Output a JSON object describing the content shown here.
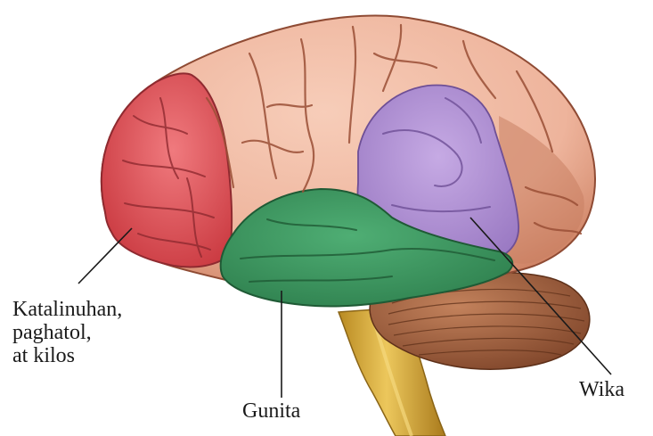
{
  "labels": {
    "frontal": [
      "Katalinuhan,",
      "paghatol,",
      "at kilos"
    ],
    "memory": "Gunita",
    "language": "Wika"
  },
  "colors": {
    "background": "#ffffff",
    "cerebrum": "#eeb49c",
    "frontal_lobe": "#e2525a",
    "temporal_lobe": "#3f9a63",
    "language_area": "#b494d6",
    "occipital_shade": "#c98062",
    "cerebellum": "#9c5f3c",
    "brainstem": "#d9ad3b",
    "leader_line": "#1a1a1a"
  }
}
